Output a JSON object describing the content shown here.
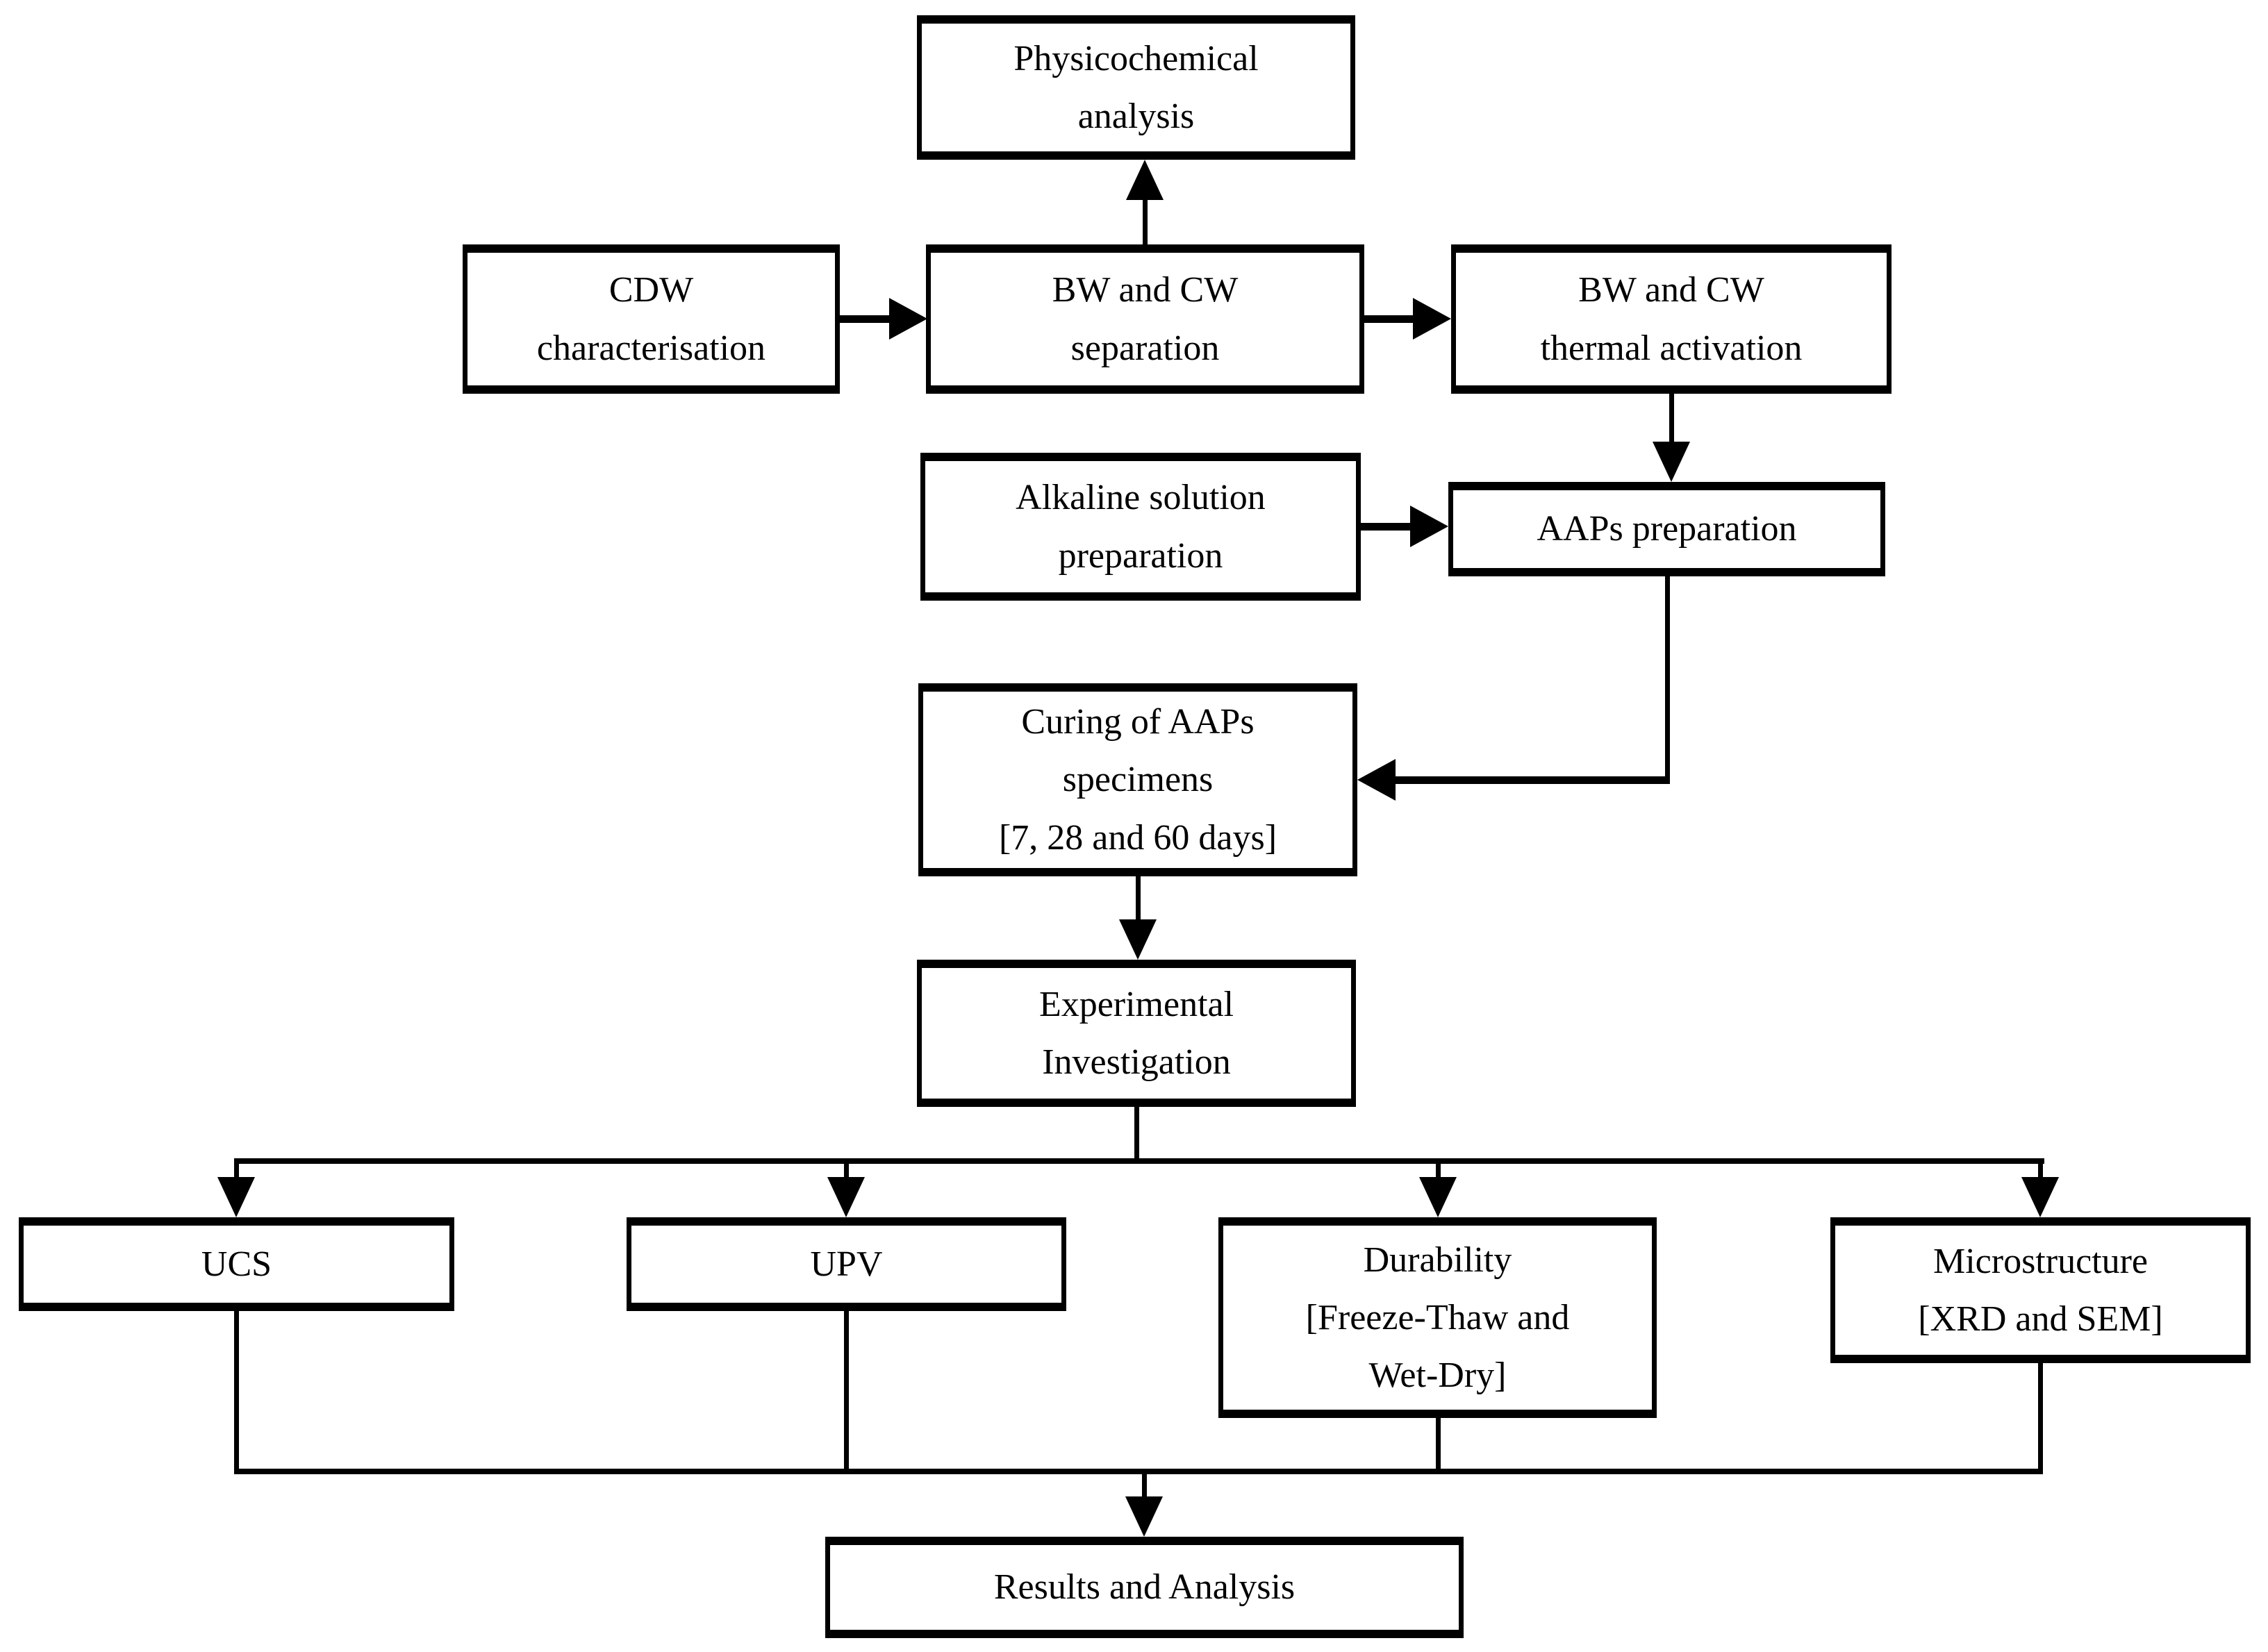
{
  "figure": {
    "type": "flowchart",
    "colors": {
      "ink": "#000000",
      "background": "#ffffff"
    },
    "nodes": {
      "physicochemical": {
        "label": "Physicochemical\nanalysis"
      },
      "cdw": {
        "label": "CDW\ncharacterisation"
      },
      "separation": {
        "label": "BW and CW\nseparation"
      },
      "thermal": {
        "label": "BW and CW\nthermal activation"
      },
      "alkaline": {
        "label": "Alkaline solution\npreparation"
      },
      "aaps": {
        "label": "AAPs preparation"
      },
      "curing": {
        "label": "Curing of AAPs\nspecimens\n[7, 28 and 60 days]"
      },
      "experimental": {
        "label": "Experimental\nInvestigation"
      },
      "ucs": {
        "label": "UCS"
      },
      "upv": {
        "label": "UPV"
      },
      "durability": {
        "label": "Durability\n[Freeze-Thaw and\nWet-Dry]"
      },
      "microstructure": {
        "label": "Microstructure\n[XRD and SEM]"
      },
      "results": {
        "label": "Results and Analysis"
      }
    },
    "edges": [
      {
        "from": "cdw-characterisation",
        "to": "bw-and-cw-separation"
      },
      {
        "from": "bw-and-cw-separation",
        "to": "physicochemical-analysis"
      },
      {
        "from": "bw-and-cw-separation",
        "to": "bw-and-cw-thermal-activation"
      },
      {
        "from": "bw-and-cw-thermal-activation",
        "to": "aaps-preparation"
      },
      {
        "from": "alkaline-solution-preparation",
        "to": "aaps-preparation"
      },
      {
        "from": "aaps-preparation",
        "to": "curing-of-aaps-specimens"
      },
      {
        "from": "curing-of-aaps-specimens",
        "to": "experimental-investigation"
      },
      {
        "from": "experimental-investigation",
        "to": "ucs"
      },
      {
        "from": "experimental-investigation",
        "to": "upv"
      },
      {
        "from": "experimental-investigation",
        "to": "durability"
      },
      {
        "from": "experimental-investigation",
        "to": "microstructure"
      },
      {
        "from": "ucs",
        "to": "results-and-analysis"
      },
      {
        "from": "upv",
        "to": "results-and-analysis"
      },
      {
        "from": "durability",
        "to": "results-and-analysis"
      },
      {
        "from": "microstructure",
        "to": "results-and-analysis"
      }
    ]
  }
}
